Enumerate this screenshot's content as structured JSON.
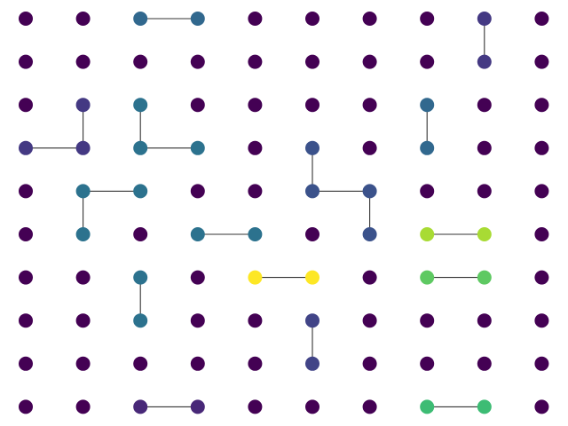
{
  "grid": {
    "columns": 10,
    "rows": 10,
    "default_color": "#440154"
  },
  "colored_nodes": [
    {
      "col": 2,
      "row": 0,
      "color": "#31688e"
    },
    {
      "col": 3,
      "row": 0,
      "color": "#31688e"
    },
    {
      "col": 8,
      "row": 0,
      "color": "#443983"
    },
    {
      "col": 8,
      "row": 1,
      "color": "#443983"
    },
    {
      "col": 1,
      "row": 2,
      "color": "#443983"
    },
    {
      "col": 2,
      "row": 2,
      "color": "#2c728e"
    },
    {
      "col": 7,
      "row": 2,
      "color": "#31688e"
    },
    {
      "col": 0,
      "row": 3,
      "color": "#443983"
    },
    {
      "col": 1,
      "row": 3,
      "color": "#443983"
    },
    {
      "col": 2,
      "row": 3,
      "color": "#2c728e"
    },
    {
      "col": 3,
      "row": 3,
      "color": "#2c728e"
    },
    {
      "col": 5,
      "row": 3,
      "color": "#3b528b"
    },
    {
      "col": 7,
      "row": 3,
      "color": "#31688e"
    },
    {
      "col": 1,
      "row": 4,
      "color": "#2c728e"
    },
    {
      "col": 2,
      "row": 4,
      "color": "#2c728e"
    },
    {
      "col": 5,
      "row": 4,
      "color": "#3b528b"
    },
    {
      "col": 6,
      "row": 4,
      "color": "#3b528b"
    },
    {
      "col": 1,
      "row": 5,
      "color": "#2c728e"
    },
    {
      "col": 3,
      "row": 5,
      "color": "#2c728e"
    },
    {
      "col": 4,
      "row": 5,
      "color": "#2c728e"
    },
    {
      "col": 6,
      "row": 5,
      "color": "#3b528b"
    },
    {
      "col": 7,
      "row": 5,
      "color": "#a8db34"
    },
    {
      "col": 8,
      "row": 5,
      "color": "#a8db34"
    },
    {
      "col": 2,
      "row": 6,
      "color": "#2c728e"
    },
    {
      "col": 4,
      "row": 6,
      "color": "#fde725"
    },
    {
      "col": 5,
      "row": 6,
      "color": "#fde725"
    },
    {
      "col": 7,
      "row": 6,
      "color": "#5ec962"
    },
    {
      "col": 8,
      "row": 6,
      "color": "#5ec962"
    },
    {
      "col": 2,
      "row": 7,
      "color": "#2c728e"
    },
    {
      "col": 5,
      "row": 7,
      "color": "#414487"
    },
    {
      "col": 5,
      "row": 8,
      "color": "#414487"
    },
    {
      "col": 2,
      "row": 9,
      "color": "#482878"
    },
    {
      "col": 3,
      "row": 9,
      "color": "#482878"
    },
    {
      "col": 7,
      "row": 9,
      "color": "#3dbc74"
    },
    {
      "col": 8,
      "row": 9,
      "color": "#3dbc74"
    }
  ],
  "edges": [
    [
      [
        2,
        0
      ],
      [
        3,
        0
      ]
    ],
    [
      [
        8,
        0
      ],
      [
        8,
        1
      ]
    ],
    [
      [
        1,
        2
      ],
      [
        1,
        3
      ]
    ],
    [
      [
        0,
        3
      ],
      [
        1,
        3
      ]
    ],
    [
      [
        2,
        2
      ],
      [
        2,
        3
      ]
    ],
    [
      [
        2,
        3
      ],
      [
        3,
        3
      ]
    ],
    [
      [
        7,
        2
      ],
      [
        7,
        3
      ]
    ],
    [
      [
        5,
        3
      ],
      [
        5,
        4
      ]
    ],
    [
      [
        5,
        4
      ],
      [
        6,
        4
      ]
    ],
    [
      [
        6,
        4
      ],
      [
        6,
        5
      ]
    ],
    [
      [
        1,
        4
      ],
      [
        2,
        4
      ]
    ],
    [
      [
        1,
        4
      ],
      [
        1,
        5
      ]
    ],
    [
      [
        3,
        5
      ],
      [
        4,
        5
      ]
    ],
    [
      [
        7,
        5
      ],
      [
        8,
        5
      ]
    ],
    [
      [
        4,
        6
      ],
      [
        5,
        6
      ]
    ],
    [
      [
        7,
        6
      ],
      [
        8,
        6
      ]
    ],
    [
      [
        2,
        6
      ],
      [
        2,
        7
      ]
    ],
    [
      [
        5,
        7
      ],
      [
        5,
        8
      ]
    ],
    [
      [
        2,
        9
      ],
      [
        3,
        9
      ]
    ],
    [
      [
        7,
        9
      ],
      [
        8,
        9
      ]
    ]
  ]
}
